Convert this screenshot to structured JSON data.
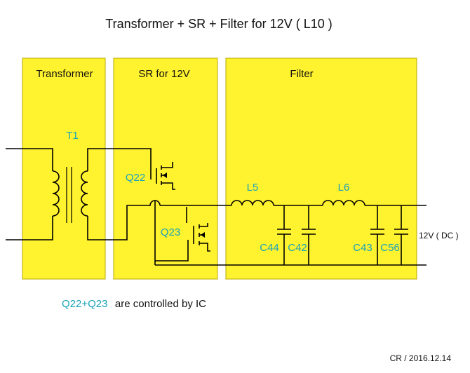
{
  "title": "Transformer + SR + Filter for 12V ( L10 )",
  "blocks": {
    "transformer": "Transformer",
    "sr": "SR for 12V",
    "filter": "Filter"
  },
  "components": {
    "t1": "T1",
    "q22": "Q22",
    "q23": "Q23",
    "l5": "L5",
    "l6": "L6",
    "c44": "C44",
    "c42": "C42",
    "c43": "C43",
    "c56": "C56"
  },
  "output_label": "12V ( DC )",
  "note": {
    "highlight": "Q22+Q23",
    "text": "are controlled by IC"
  },
  "footer": "CR / 2016.12.14",
  "colors": {
    "block_fill": "#fff22e",
    "block_stroke": "#b8a800",
    "accent_text": "#1aa3b8",
    "wire": "#000000"
  }
}
